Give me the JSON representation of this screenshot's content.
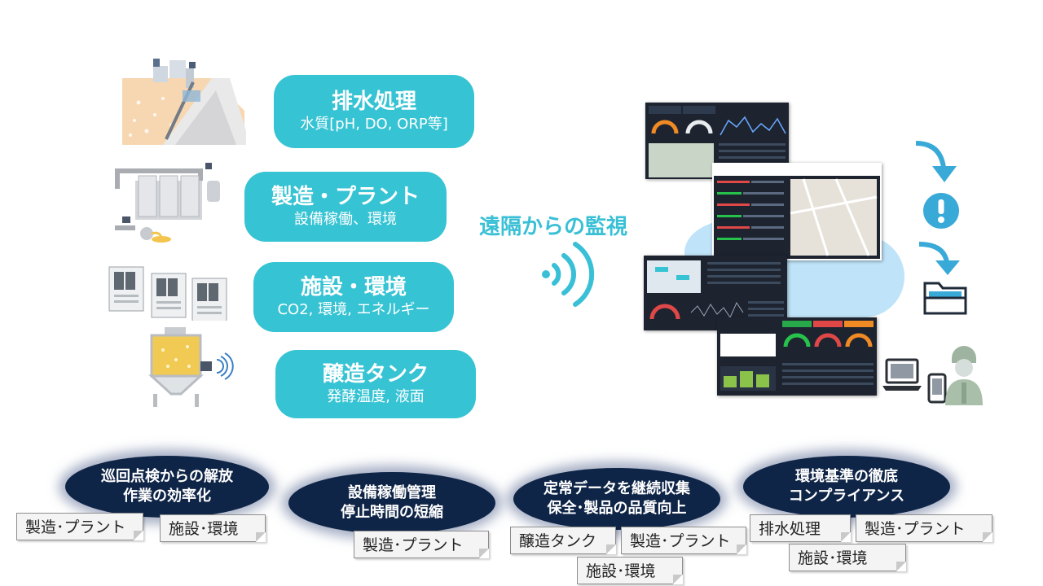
{
  "pills": [
    {
      "title": "排水処理",
      "sub": "水質[pH, DO, ORP等]"
    },
    {
      "title": "製造・プラント",
      "sub": "設備稼働、環境"
    },
    {
      "title": "施設・環境",
      "sub": "CO2, 環境, エネルギー"
    },
    {
      "title": "醸造タンク",
      "sub": "発酵温度, 液面"
    }
  ],
  "remote_label": "遠隔からの監視",
  "benefits": [
    {
      "line1": "巡回点検からの解放",
      "line2": "作業の効率化",
      "tags": [
        "製造･プラント",
        "施設･環境"
      ]
    },
    {
      "line1": "設備稼働管理",
      "line2": "停止時間の短縮",
      "tags": [
        "製造･プラント"
      ]
    },
    {
      "line1": "定常データを継続収集",
      "line2": "保全･製品の品質向上",
      "tags": [
        "醸造タンク",
        "製造･プラント",
        "施設･環境"
      ]
    },
    {
      "line1": "環境基準の徹底",
      "line2": "コンプライアンス",
      "tags": [
        "排水処理",
        "製造･プラント",
        "施設･環境"
      ]
    }
  ],
  "icons": [
    "wastewater-facility-icon",
    "manufacturing-plant-icon",
    "server-cabinet-icon",
    "brewing-tank-icon",
    "wireless-signal-icon",
    "down-arrow-icon",
    "alert-icon",
    "folder-icon",
    "laptop-icon",
    "smartphone-icon",
    "worker-avatar-icon"
  ],
  "colors": {
    "accent": "#36c3d3",
    "navy": "#0f2547",
    "remote_text": "#39c0d6",
    "cloud": "#bfe3f8"
  }
}
